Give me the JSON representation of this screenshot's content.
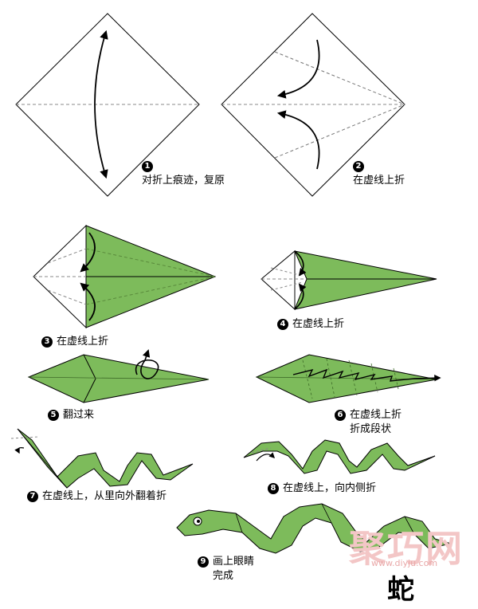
{
  "steps": [
    {
      "num": "1",
      "lines": [
        "对折上痕迹，复原"
      ]
    },
    {
      "num": "2",
      "lines": [
        "在虚线上折"
      ]
    },
    {
      "num": "3",
      "lines": [
        "在虚线上折"
      ]
    },
    {
      "num": "4",
      "lines": [
        "在虚线上折"
      ]
    },
    {
      "num": "5",
      "lines": [
        "翻过来"
      ]
    },
    {
      "num": "6",
      "lines": [
        "在虚线上折",
        "折成段状"
      ]
    },
    {
      "num": "7",
      "lines": [
        "在虚线上，从里向外翻着折"
      ]
    },
    {
      "num": "8",
      "lines": [
        "在虚线上，向内侧折"
      ]
    },
    {
      "num": "9",
      "lines": [
        "画上眼睛",
        "完成"
      ]
    }
  ],
  "title": "蛇",
  "watermark": {
    "text": "聚巧网",
    "url": "www.diyju.com"
  },
  "colors": {
    "paper_green": "#7dbb5b",
    "paper_dark": "#5f9c40",
    "stroke": "#000000",
    "fold_line": "#777777"
  }
}
